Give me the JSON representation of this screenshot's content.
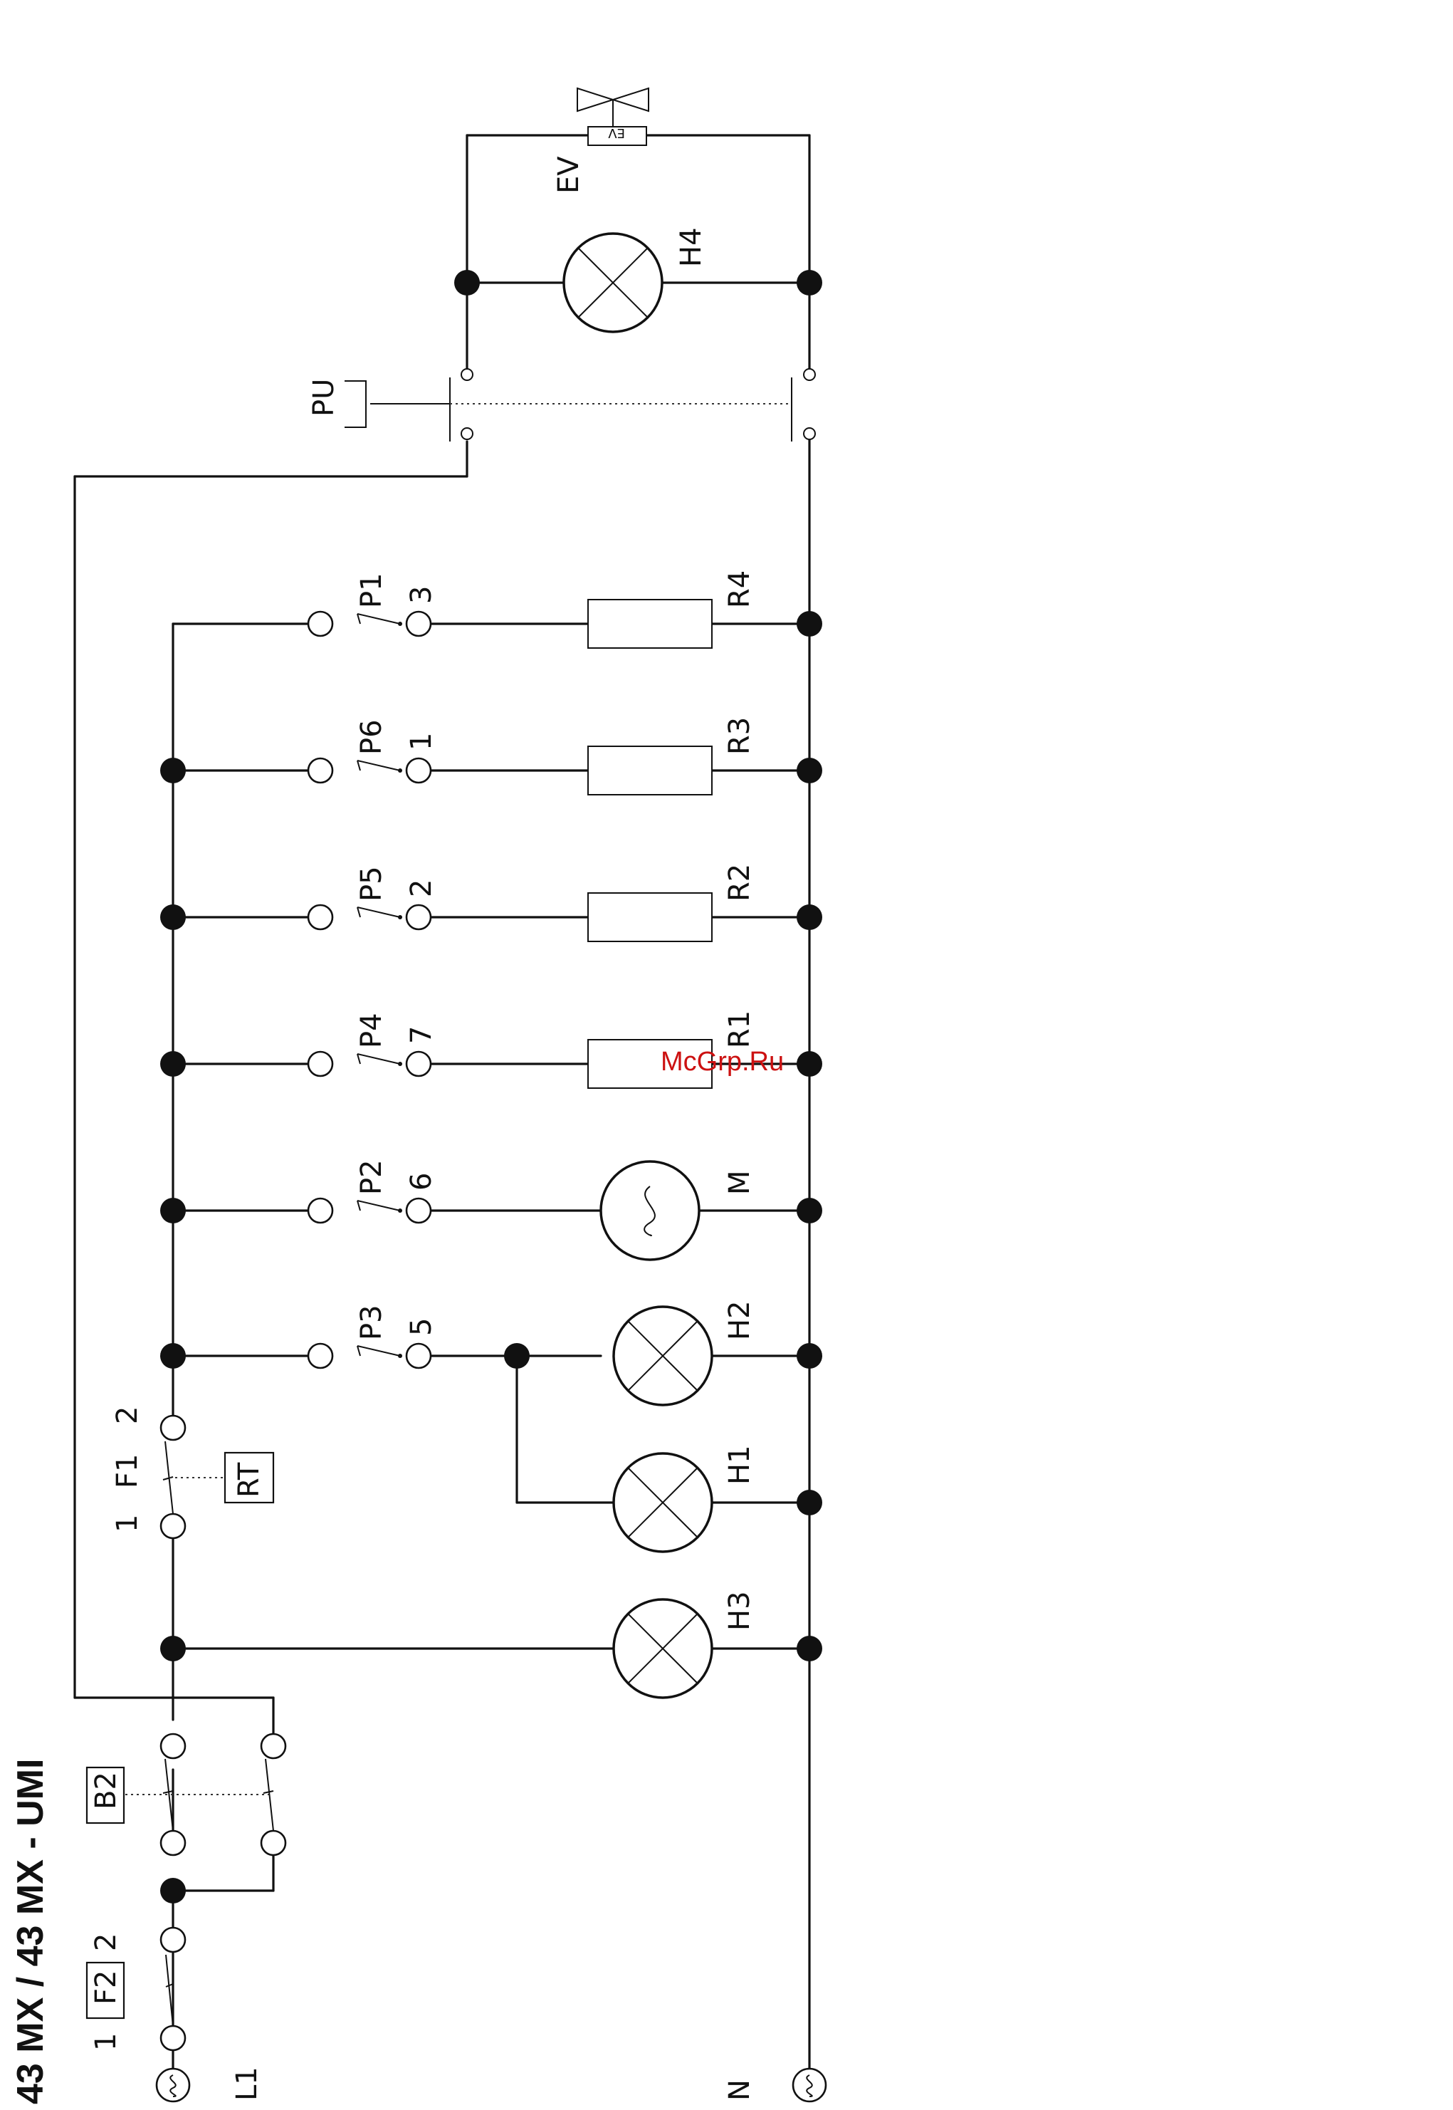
{
  "title": "43 MX / 43 MX - UMI",
  "watermark": "McGrp.Ru",
  "supply": {
    "line_label": "L1",
    "neutral_label": "N"
  },
  "fuse_f2": {
    "label": "F2",
    "pin1": "1",
    "pin2": "2"
  },
  "switch_b2": {
    "label": "B2"
  },
  "thermostat_f1": {
    "label": "F1",
    "pin1": "1",
    "pin2": "2",
    "sensor_label": "RT"
  },
  "branches": [
    {
      "switch": "P1",
      "pin": "3",
      "load": "R4",
      "load_type": "resistor"
    },
    {
      "switch": "P6",
      "pin": "1",
      "load": "R3",
      "load_type": "resistor"
    },
    {
      "switch": "P5",
      "pin": "2",
      "load": "R2",
      "load_type": "resistor"
    },
    {
      "switch": "P4",
      "pin": "7",
      "load": "R1",
      "load_type": "resistor"
    },
    {
      "switch": "P2",
      "pin": "6",
      "load": "M",
      "load_type": "motor"
    },
    {
      "switch": "P3",
      "pin": "5",
      "load": "H2",
      "load_type": "lamp"
    }
  ],
  "lamp_h1": {
    "label": "H1"
  },
  "lamp_h3": {
    "label": "H3"
  },
  "door_switch": {
    "label": "PU"
  },
  "lamp_h4": {
    "label": "H4"
  },
  "valve": {
    "label": "EV",
    "body_label": "EV"
  },
  "colors": {
    "ink": "#111111",
    "watermark": "#cc1111",
    "background": "#ffffff"
  }
}
